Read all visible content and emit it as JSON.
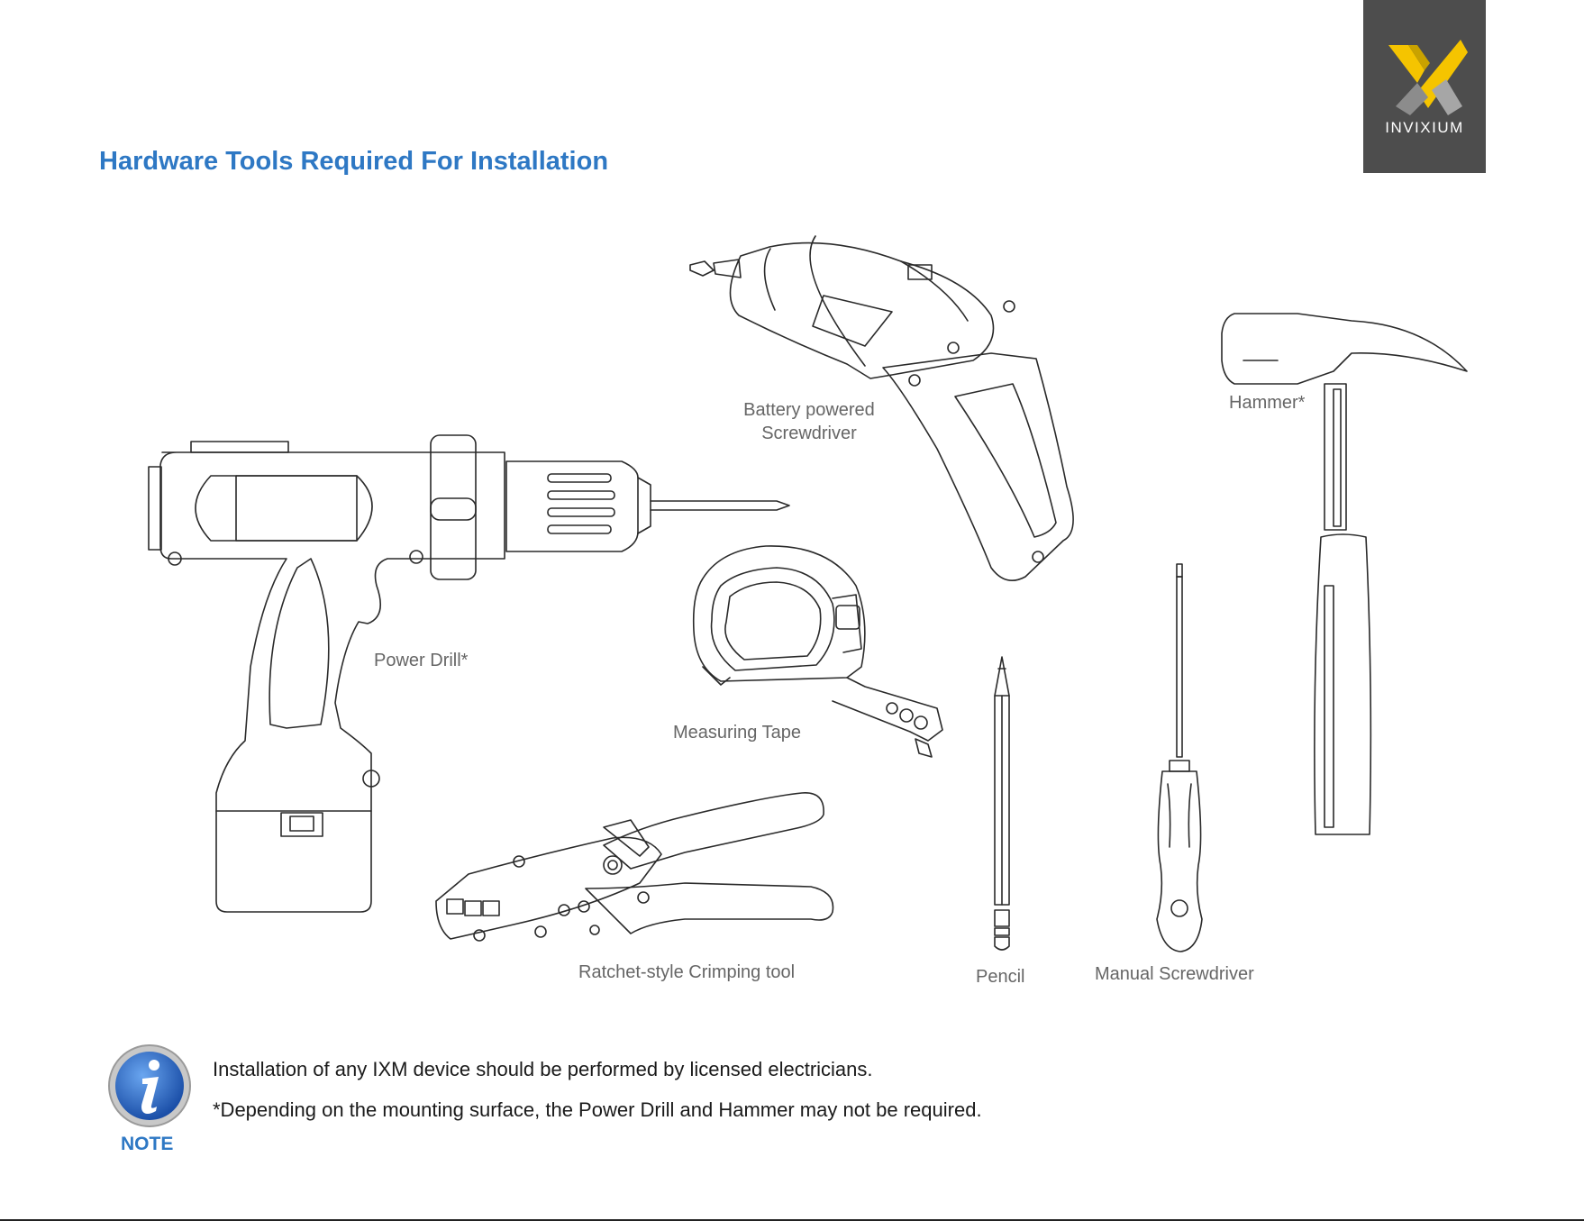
{
  "brand": {
    "name": "INVIXIUM",
    "logo_icon": "invixium-x-logo-icon",
    "box_color": "#4d4d4d",
    "accent_color": "#f5c400"
  },
  "page": {
    "title": "Hardware Tools Required For Installation",
    "title_color": "#2e78c4"
  },
  "tools": {
    "power_drill": {
      "label": "Power Drill*",
      "icon": "power-drill-icon"
    },
    "battery_screwdriver": {
      "label_line1": "Battery powered",
      "label_line2": "Screwdriver",
      "icon": "battery-screwdriver-icon"
    },
    "hammer": {
      "label": "Hammer*",
      "icon": "hammer-icon"
    },
    "measuring_tape": {
      "label": "Measuring Tape",
      "icon": "measuring-tape-icon"
    },
    "crimping_tool": {
      "label": "Ratchet-style Crimping tool",
      "icon": "crimping-tool-icon"
    },
    "pencil": {
      "label": "Pencil",
      "icon": "pencil-icon"
    },
    "manual_screwdriver": {
      "label": "Manual Screwdriver",
      "icon": "manual-screwdriver-icon"
    }
  },
  "note": {
    "label": "NOTE",
    "icon": "info-icon",
    "line1": "Installation of any IXM device should be performed by licensed electricians.",
    "line2": "*Depending on the mounting surface, the Power Drill and Hammer may not be required."
  }
}
